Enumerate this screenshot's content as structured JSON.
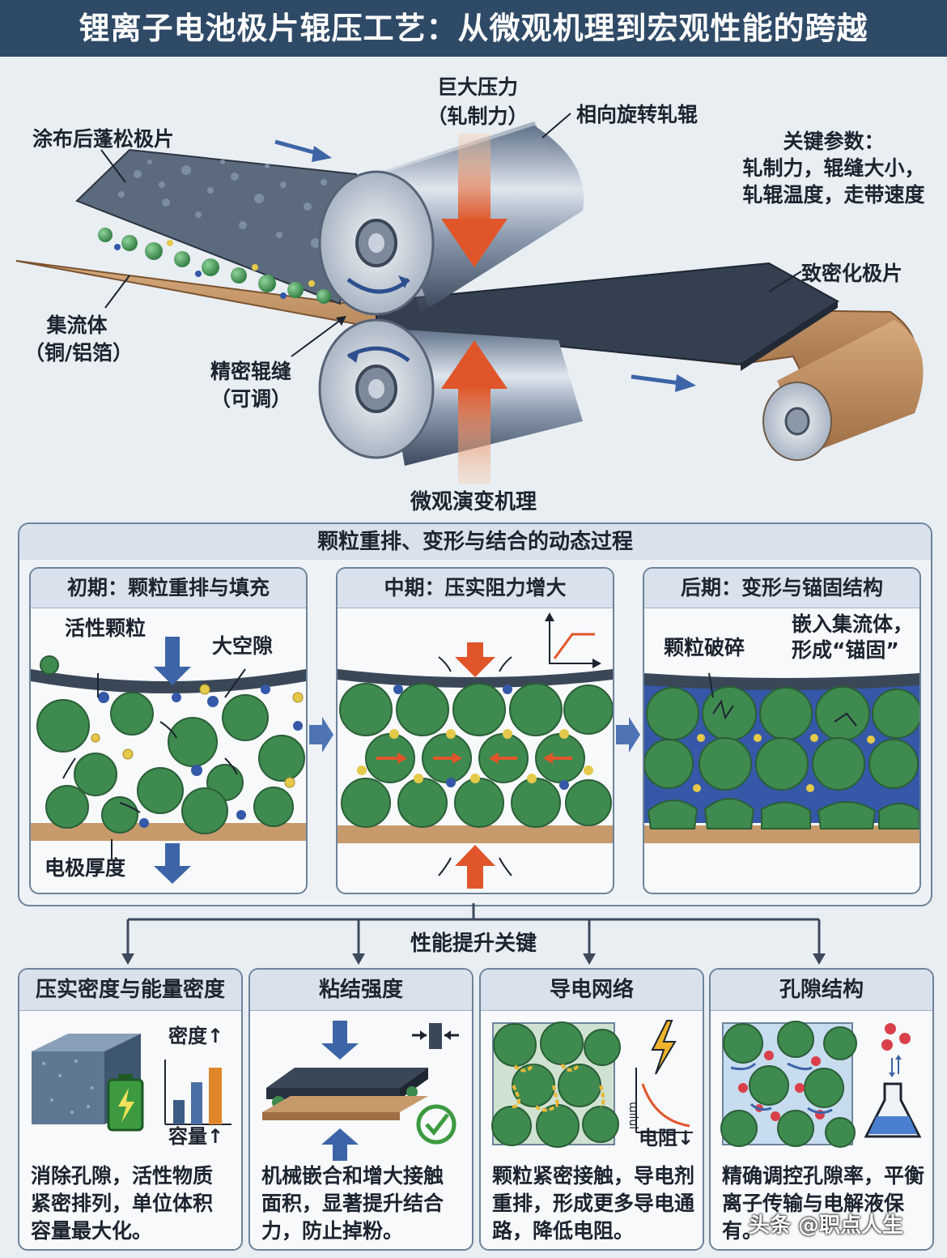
{
  "title": "锂离子电池极片辊压工艺：从微观机理到宏观性能的跨越",
  "top_labels": {
    "coated_sheet": "涂布后蓬松极片",
    "force_line1": "巨大压力",
    "force_line2": "（轧制力）",
    "rollers": "相向旋转轧辊",
    "params_title": "关键参数：",
    "params_line1": "轧制力，辊缝大小，",
    "params_line2": "轧辊温度，走带速度",
    "dense_sheet": "致密化极片",
    "collector_line1": "集流体",
    "collector_line2": "（铜/铝箔）",
    "gap_line1": "精密辊缝",
    "gap_line2": "（可调）"
  },
  "micro": {
    "title": "微观演变机理",
    "subtitle": "颗粒重排、变形与结合的动态过程",
    "stages": [
      {
        "title": "初期：颗粒重排与填充",
        "label_particle": "活性颗粒",
        "label_void": "大空隙",
        "label_thickness": "电极厚度"
      },
      {
        "title": "中期：压实阻力增大"
      },
      {
        "title": "后期：变形与锚固结构",
        "label_crush": "颗粒破碎",
        "label_anchor_line1": "嵌入集流体，",
        "label_anchor_line2": "形成“锚固”"
      }
    ]
  },
  "performance": {
    "title": "性能提升关键",
    "panels": [
      {
        "title": "压实密度与能量密度",
        "label_density": "密度↑",
        "label_capacity": "容量↑",
        "text": [
          "消除孔隙，活性物质",
          "紧密排列，单位体积",
          "容量最大化。"
        ]
      },
      {
        "title": "粘结强度",
        "text": [
          "机械嵌合和增大接触",
          "面积，显著提升结合",
          "力，防止掉粉。"
        ]
      },
      {
        "title": "导电网络",
        "label_resistance": "电阻↓",
        "axis_label": "ɯılul",
        "text": [
          "颗粒紧密接触，导电剂",
          "重排，形成更多导电通",
          "路，降低电阻。"
        ]
      },
      {
        "title": "孔隙结构",
        "text": [
          "精确调控孔隙率，平衡",
          "离子传输与电解液保",
          "有。"
        ]
      }
    ]
  },
  "watermark": "头条 @职点人生",
  "colors": {
    "header": "#2f4a67",
    "particle": "#3f8a4f",
    "arrow_red": "#e0562a",
    "arrow_blue": "#3d64a6",
    "copper": "#c79a6c"
  }
}
